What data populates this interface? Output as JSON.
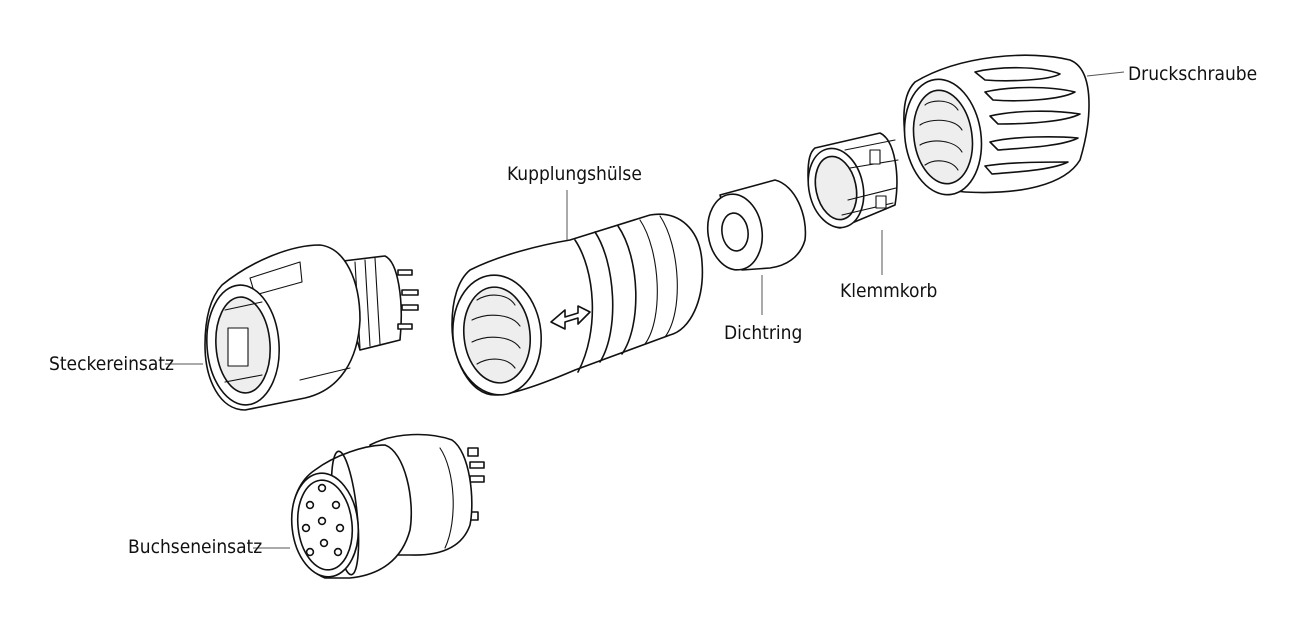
{
  "labels": {
    "druckschraube": "Druckschraube",
    "kupplungshuelse": "Kupplungshülse",
    "klemmkorb": "Klemmkorb",
    "dichtring": "Dichtring",
    "steckereinsatz": "Steckereinsatz",
    "buchseneinsatz": "Buchseneinsatz"
  }
}
